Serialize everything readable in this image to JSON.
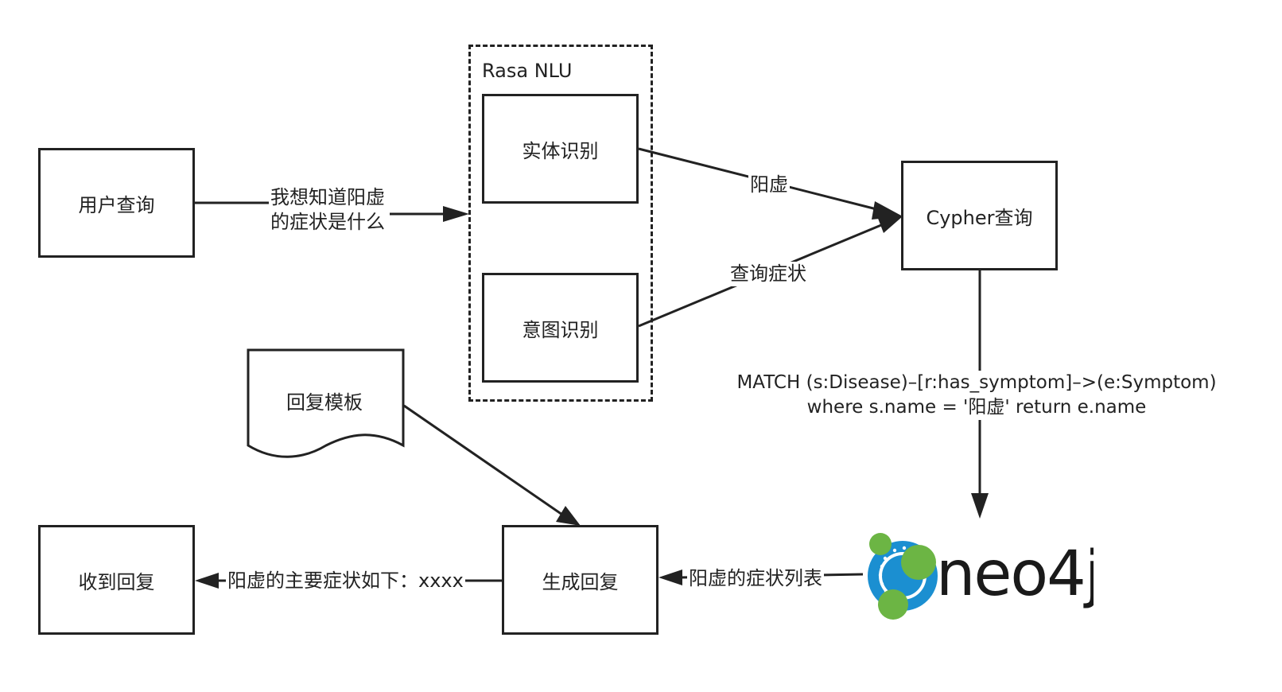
{
  "nodes": {
    "user_query": "用户查询",
    "rasa_group": "Rasa NLU",
    "entity_recognition": "实体识别",
    "intent_recognition": "意图识别",
    "cypher_query": "Cypher查询",
    "reply_template": "回复模板",
    "generate_reply": "生成回复",
    "receive_reply": "收到回复",
    "neo4j_logo": "neo4j"
  },
  "edges": {
    "query_line1": "我想知道阳虚",
    "query_line2": "的症状是什么",
    "entity_label": "阳虚",
    "intent_label": "查询症状",
    "cypher_line1": "MATCH (s:Disease)–[r:has_symptom]–>(e:Symptom)",
    "cypher_line2": "where s.name = '阳虚' return e.name",
    "symptom_list": "阳虚的症状列表",
    "reply_text": "阳虚的主要症状如下：xxxx"
  },
  "colors": {
    "stroke": "#222222",
    "neo4j_blue": "#1b8fd1",
    "neo4j_green": "#6cb544",
    "neo4j_text": "#1a1a1a"
  }
}
